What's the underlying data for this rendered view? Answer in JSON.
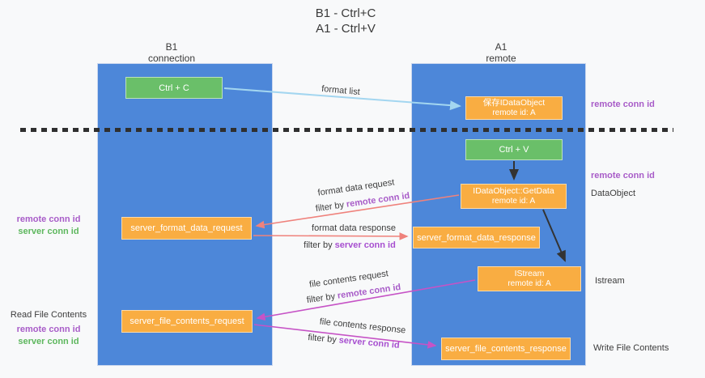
{
  "title": {
    "line1": "B1 - Ctrl+C",
    "line2": "A1 - Ctrl+V"
  },
  "lanes": {
    "left": {
      "name": "B1",
      "subtitle": "connection"
    },
    "right": {
      "name": "A1",
      "subtitle": "remote"
    }
  },
  "nodes": {
    "ctrl_c": "Ctrl + C",
    "save_dataobject": {
      "line1": "保存IDataObject",
      "line2": "remote id: A"
    },
    "ctrl_v": "Ctrl + V",
    "getdata": {
      "line1": "IDataObject::GetData",
      "line2": "remote id: A"
    },
    "format_request": "server_format_data_request",
    "format_response": "server_format_data_response",
    "istream": {
      "line1": "IStream",
      "line2": "remote id: A"
    },
    "file_request": "server_file_contents_request",
    "file_response": "server_file_contents_response"
  },
  "side_labels": {
    "right_top_conn": "remote conn id",
    "right_mid_conn": "remote conn id",
    "dataobject": "DataObject",
    "istream": "Istream",
    "write_file": "Write File Contents",
    "left_format_remote": "remote conn id",
    "left_format_server": "server conn id",
    "read_file": "Read File Contents",
    "left_file_remote": "remote conn id",
    "left_file_server": "server conn id"
  },
  "arrows": {
    "format_list": "format list",
    "format_data_request": "format data request",
    "format_data_request_filter": {
      "prefix": "filter by",
      "key": "remote conn id"
    },
    "format_data_response": "format data response",
    "format_data_response_filter": {
      "prefix": "filter by",
      "key": "server conn id"
    },
    "file_contents_request": "file contents request",
    "file_contents_request_filter": {
      "prefix": "filter by",
      "key": "remote conn id"
    },
    "file_contents_response": "file contents response",
    "file_contents_response_filter": {
      "prefix": "filter by",
      "key": "server conn id"
    }
  },
  "colors": {
    "panel_blue": "#4d87d9",
    "node_green": "#6abf69",
    "node_orange": "#f9ad42",
    "arrow_salmon": "#ef827c",
    "arrow_magenta": "#c653c6",
    "arrow_lightblue": "#a3d6f0",
    "arrow_black": "#333333",
    "text_purple": "#a85cc8",
    "text_green": "#5db75d"
  }
}
